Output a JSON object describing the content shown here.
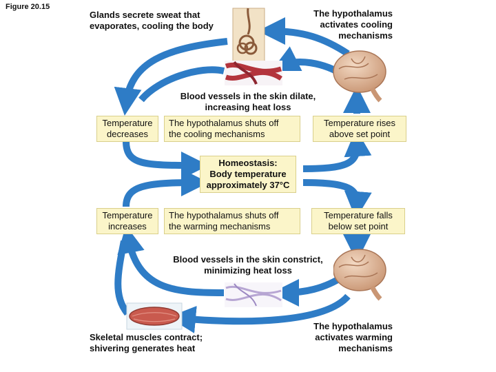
{
  "figure_label": "Figure 20.15",
  "cooling": {
    "glands": "Glands secrete sweat that\nevaporates, cooling the body",
    "hypothalamus_activates": "The hypothalamus\nactivates cooling\nmechanisms",
    "vessels_dilate": "Blood vessels in the skin dilate,\nincreasing heat loss",
    "temp_decreases": "Temperature\ndecreases",
    "shuts_off": "The hypothalamus shuts off\nthe cooling mechanisms",
    "temp_rises": "Temperature rises\nabove set point"
  },
  "homeostasis": "Homeostasis:\nBody temperature\napproximately 37°C",
  "warming": {
    "temp_increases": "Temperature\nincreases",
    "shuts_off": "The hypothalamus shuts off\nthe warming mechanisms",
    "temp_falls": "Temperature falls\nbelow set point",
    "vessels_constrict": "Blood vessels in the skin constrict,\nminimizing heat loss",
    "muscles": "Skeletal muscles contract;\nshivering generates heat",
    "hypothalamus_activates": "The hypothalamus\nactivates warming\nmechanisms"
  },
  "colors": {
    "arrow": "#2e7cc6",
    "box_fill": "#fbf5c9",
    "box_border": "#d9cf8a",
    "brain": "#e6c1a4",
    "vessel_red": "#b3343c",
    "vessel_violet": "#b7a6d3",
    "muscle": "#c95a4e"
  },
  "icons": [
    "sweat-gland-icon",
    "brain-icon",
    "blood-vessels-icon",
    "skeletal-muscle-icon"
  ]
}
